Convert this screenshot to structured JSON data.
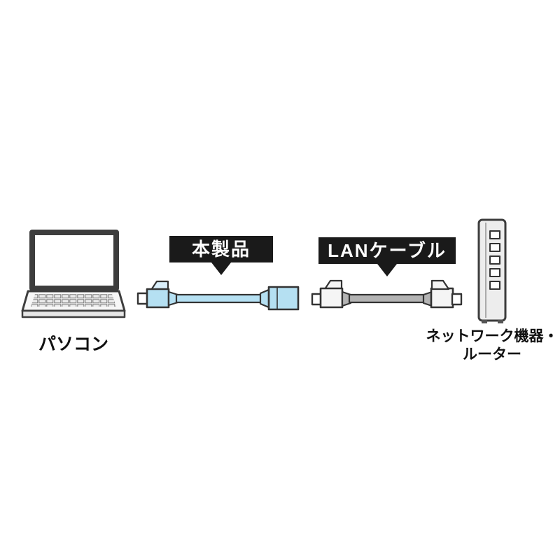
{
  "labels": {
    "computer": "パソコン",
    "product_callout": "本製品",
    "lan_cable_callout": "LANケーブル",
    "network_device_line1": "ネットワーク機器・",
    "network_device_line2": "ルーター"
  },
  "colors": {
    "product_cable": "#b5e0f2",
    "lan_cable": "#b3b3b3",
    "callout_bg": "#1a1a1a",
    "callout_text": "#ffffff",
    "outline": "#333333",
    "device_fill": "#ededed"
  },
  "icons": {
    "laptop": "laptop-illustration",
    "product_cable": "extension-adapter-cable-illustration",
    "lan_cable": "lan-cable-illustration",
    "router": "router-illustration"
  }
}
